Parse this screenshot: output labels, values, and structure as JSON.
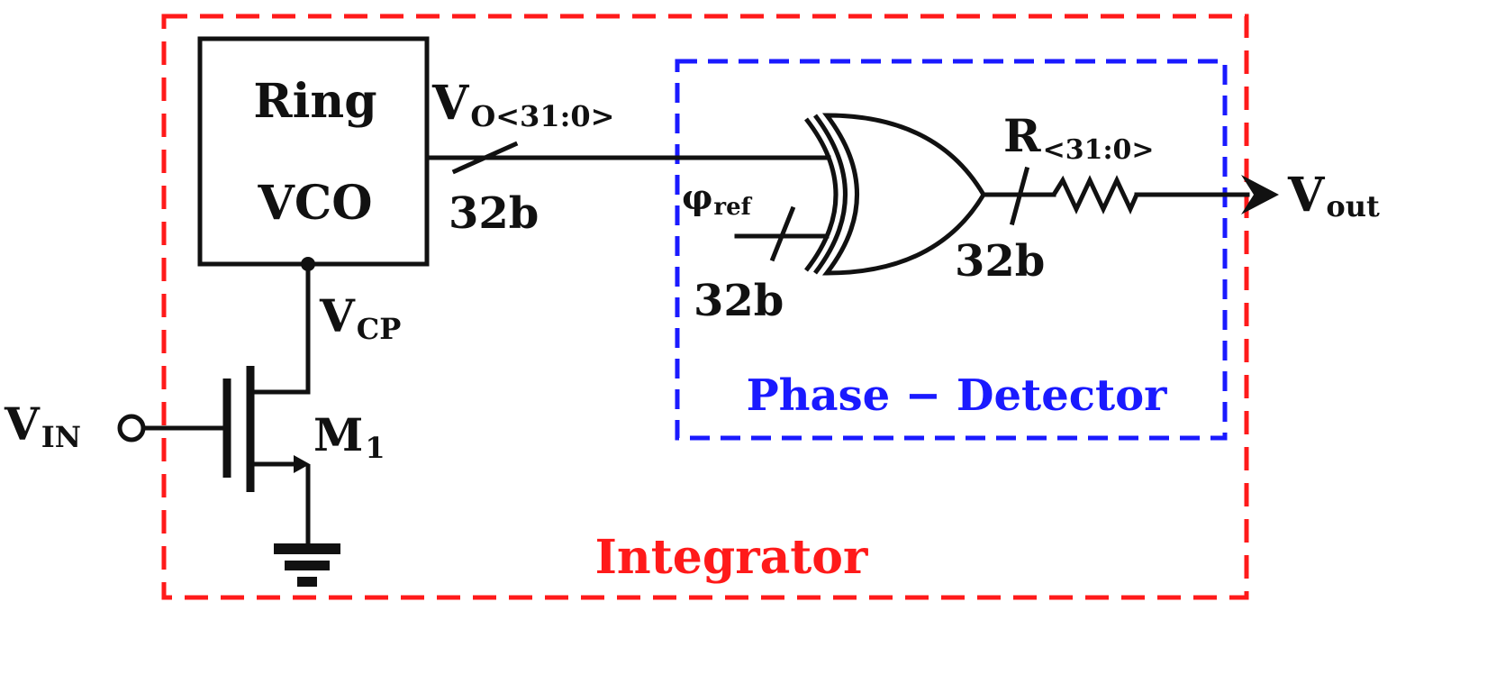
{
  "colors": {
    "integrator": "#ff1a1a",
    "phase_detector": "#1a1aff",
    "wire": "#111111"
  },
  "vco": {
    "line1": "Ring",
    "line2": "VCO"
  },
  "vco_output": {
    "main": "V",
    "sub": "O<31:0>",
    "width": "32b"
  },
  "xor_ref": {
    "main": "φ",
    "sub": "ref",
    "width": "32b"
  },
  "resistor": {
    "main": "R",
    "sub": "<31:0>"
  },
  "xor_out_width": "32b",
  "output": {
    "main": "V",
    "sub": "out"
  },
  "vcp": {
    "main": "V",
    "sub": "CP"
  },
  "input": {
    "main": "V",
    "sub": "IN"
  },
  "transistor": {
    "main": "M",
    "sub": "1"
  },
  "blocks": {
    "integrator": "Integrator",
    "phase_detector": "Phase − Detector"
  },
  "icons": {
    "gate": "xor-gate-icon",
    "resistor": "resistor-icon",
    "ground": "ground-icon",
    "transistor": "nmos-transistor-icon",
    "arrow": "arrow-right-icon"
  }
}
